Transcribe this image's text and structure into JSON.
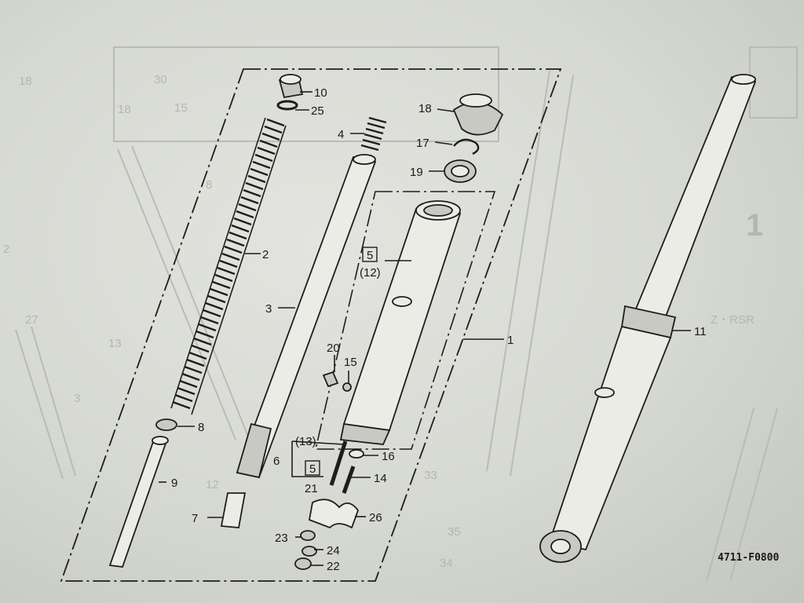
{
  "diagram": {
    "reference_code": "4711-F0800",
    "callouts": {
      "c1": "1",
      "c2": "2",
      "c3": "3",
      "c4": "4",
      "c6": "6",
      "c7": "7",
      "c8": "8",
      "c9": "9",
      "c10": "10",
      "c11": "11",
      "c14": "14",
      "c15": "15",
      "c16": "16",
      "c17": "17",
      "c18": "18",
      "c19": "19",
      "c20": "20",
      "c21": "21",
      "c22": "22",
      "c23": "23",
      "c24": "24",
      "c25": "25",
      "c26": "26"
    },
    "boxed_ref_a": "5",
    "paren_ref_a": "(12)",
    "boxed_ref_b": "5",
    "paren_ref_b": "(13)"
  },
  "background_ghost": {
    "labels": [
      "18",
      "30",
      "15",
      "18",
      "8",
      "2",
      "13",
      "3",
      "12",
      "33",
      "35",
      "34",
      "27",
      "1",
      "Z・RSR"
    ]
  }
}
